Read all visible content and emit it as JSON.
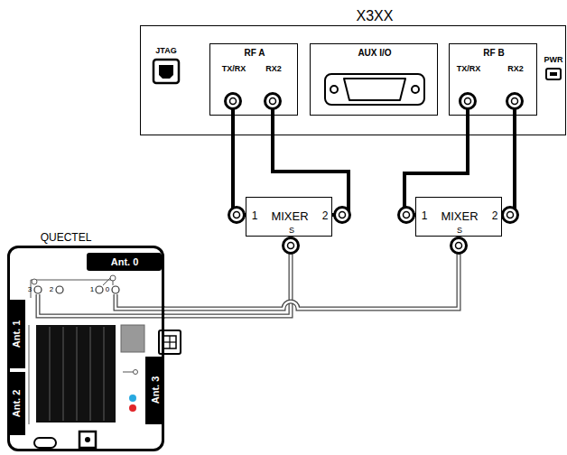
{
  "diagram": {
    "nodes": [
      {
        "text": [
          "X3XX"
        ]
      },
      {
        "text": [
          "RF A",
          "TX/RX",
          "RX2"
        ],
        "in": 0
      },
      {
        "text": [
          "AUX I/O"
        ],
        "in": 0
      },
      {
        "text": [
          "RF B",
          "TX/RX",
          "RX2"
        ],
        "in": 0
      },
      {
        "text": [
          "1",
          "MIXER",
          "2",
          "S"
        ]
      },
      {
        "text": [
          "1",
          "MIXER",
          "2",
          "S"
        ]
      },
      {
        "text": [
          "QUECTEL"
        ]
      }
    ],
    "edges": [
      {
        "from": 1,
        "to": 4,
        "arrow": "none"
      },
      {
        "from": 1,
        "to": 4,
        "arrow": "none"
      },
      {
        "from": 3,
        "to": 5,
        "arrow": "none"
      },
      {
        "from": 3,
        "to": 5,
        "arrow": "none"
      },
      {
        "from": 4,
        "to": 6,
        "arrow": "none"
      },
      {
        "from": 5,
        "to": 6,
        "arrow": "none"
      }
    ],
    "labels": [
      "JTAG",
      "PWR",
      "Ant. 0",
      "Ant. 1",
      "Ant. 2",
      "Ant. 3",
      "3",
      "2",
      "1",
      "0"
    ]
  }
}
